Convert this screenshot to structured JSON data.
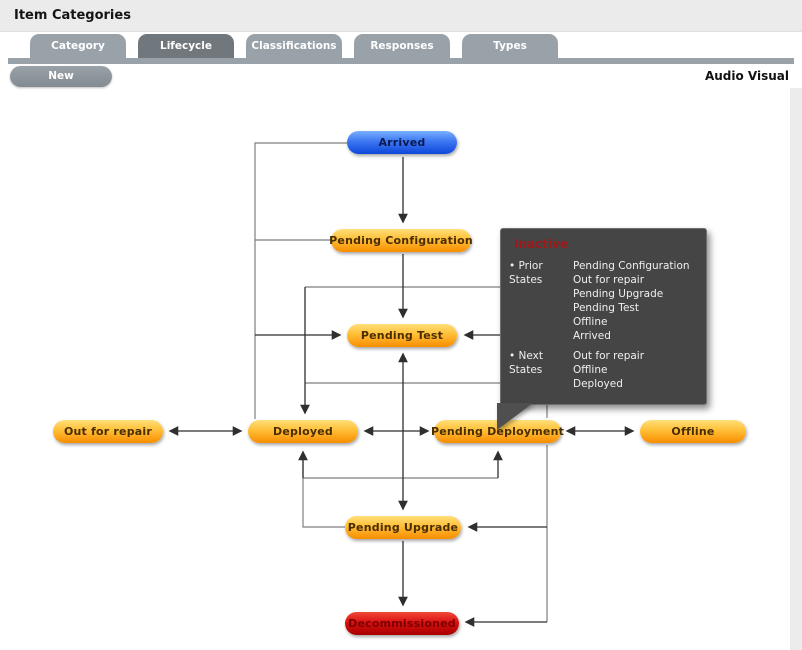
{
  "page": {
    "title": "Item Categories",
    "category_name": "Audio Visual"
  },
  "tabs": [
    {
      "label": "Category",
      "active": false
    },
    {
      "label": "Lifecycle",
      "active": true
    },
    {
      "label": "Classifications",
      "active": false
    },
    {
      "label": "Responses",
      "active": false
    },
    {
      "label": "Types",
      "active": false
    }
  ],
  "toolbar": {
    "new_label": "New"
  },
  "diagram": {
    "nodes": [
      {
        "id": "arrived",
        "label": "Arrived",
        "color": "blue"
      },
      {
        "id": "pending-configuration",
        "label": "Pending Configuration",
        "color": "orange"
      },
      {
        "id": "pending-test",
        "label": "Pending Test",
        "color": "orange"
      },
      {
        "id": "out-for-repair",
        "label": "Out for repair",
        "color": "orange"
      },
      {
        "id": "deployed",
        "label": "Deployed",
        "color": "orange"
      },
      {
        "id": "pending-deployment",
        "label": "Pending Deployment",
        "color": "orange"
      },
      {
        "id": "offline",
        "label": "Offline",
        "color": "orange"
      },
      {
        "id": "pending-upgrade",
        "label": "Pending Upgrade",
        "color": "orange"
      },
      {
        "id": "decommissioned",
        "label": "Decommissioned",
        "color": "red"
      }
    ],
    "tooltip": {
      "title": "Inactive",
      "prior_label": "• Prior States",
      "prior_states": [
        "Pending Configuration",
        "Out for repair",
        "Pending Upgrade",
        "Pending Test",
        "Offline",
        "Arrived"
      ],
      "next_label": "• Next States",
      "next_states": [
        "Out for repair",
        "Offline",
        "Deployed"
      ]
    }
  },
  "colors": {
    "tab_active": "#70777d",
    "tab_inactive": "#9aa2a9",
    "node_orange": "#f88d00",
    "node_blue": "#0d47d9",
    "node_red": "#a80000",
    "tooltip_bg": "#454545",
    "tooltip_title": "#9e1a1a"
  }
}
